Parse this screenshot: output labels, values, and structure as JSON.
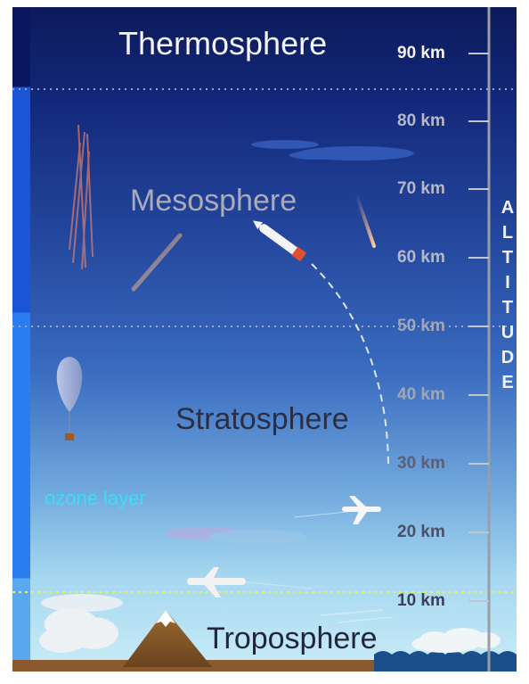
{
  "layers": {
    "thermosphere": "Thermosphere",
    "mesosphere": "Mesosphere",
    "stratosphere": "Stratosphere",
    "troposphere": "Troposphere",
    "ozone": "ozone layer"
  },
  "altitude": {
    "axis_title": [
      "A",
      "L",
      "T",
      "I",
      "T",
      "U",
      "D",
      "E"
    ],
    "ticks": [
      "90 km",
      "80 km",
      "70 km",
      "60 km",
      "50 km",
      "40 km",
      "30 km",
      "20 km",
      "10 km"
    ]
  },
  "colors": {
    "sky_top": "#0a1a5e",
    "sky_mid": "#2f5fb8",
    "sky_low": "#8fd0f0",
    "ground": "#8a5a2e",
    "ozone_text": "#36e0f5",
    "boundary_tropo": "#e8f060"
  }
}
